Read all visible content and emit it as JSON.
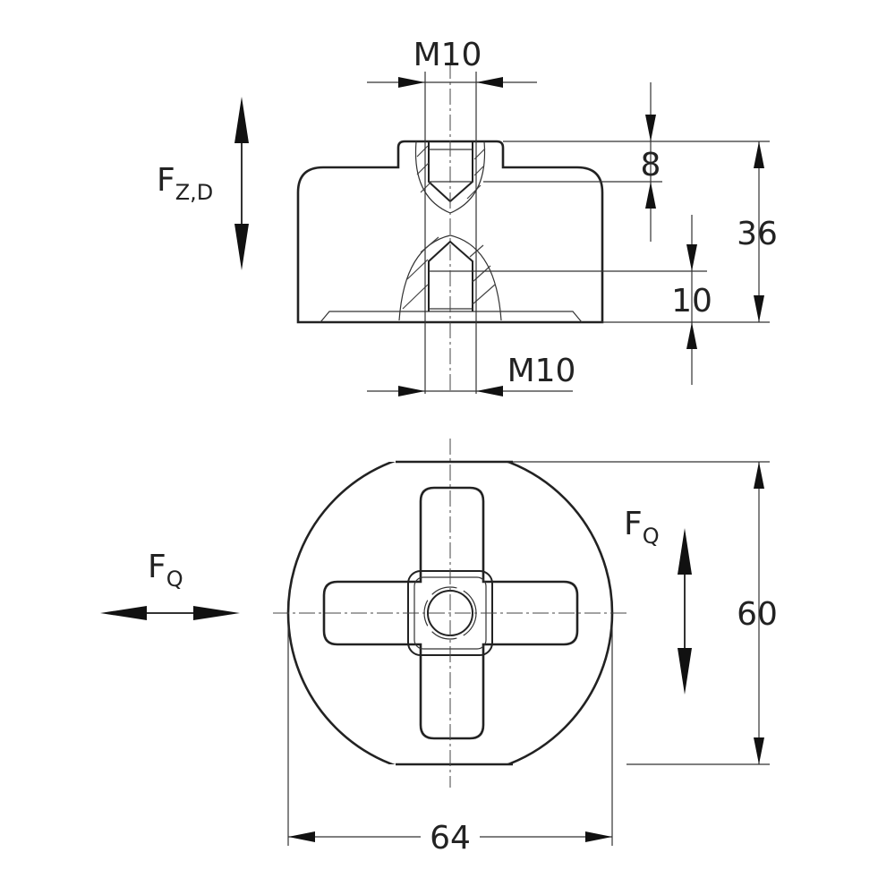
{
  "title": "Rubber buffer / machine mount technical drawing",
  "side_view": {
    "thread_top": "M10",
    "thread_bottom": "M10",
    "dim_top_depth": "8",
    "dim_height": "36",
    "dim_bottom_depth": "10",
    "force_axial": {
      "main": "F",
      "sub": "Z,D"
    }
  },
  "top_view": {
    "dim_width_flats": "60",
    "dim_diameter": "64",
    "force_lateral_left": {
      "main": "F",
      "sub": "Q"
    },
    "force_lateral_right": {
      "main": "F",
      "sub": "Q"
    }
  }
}
